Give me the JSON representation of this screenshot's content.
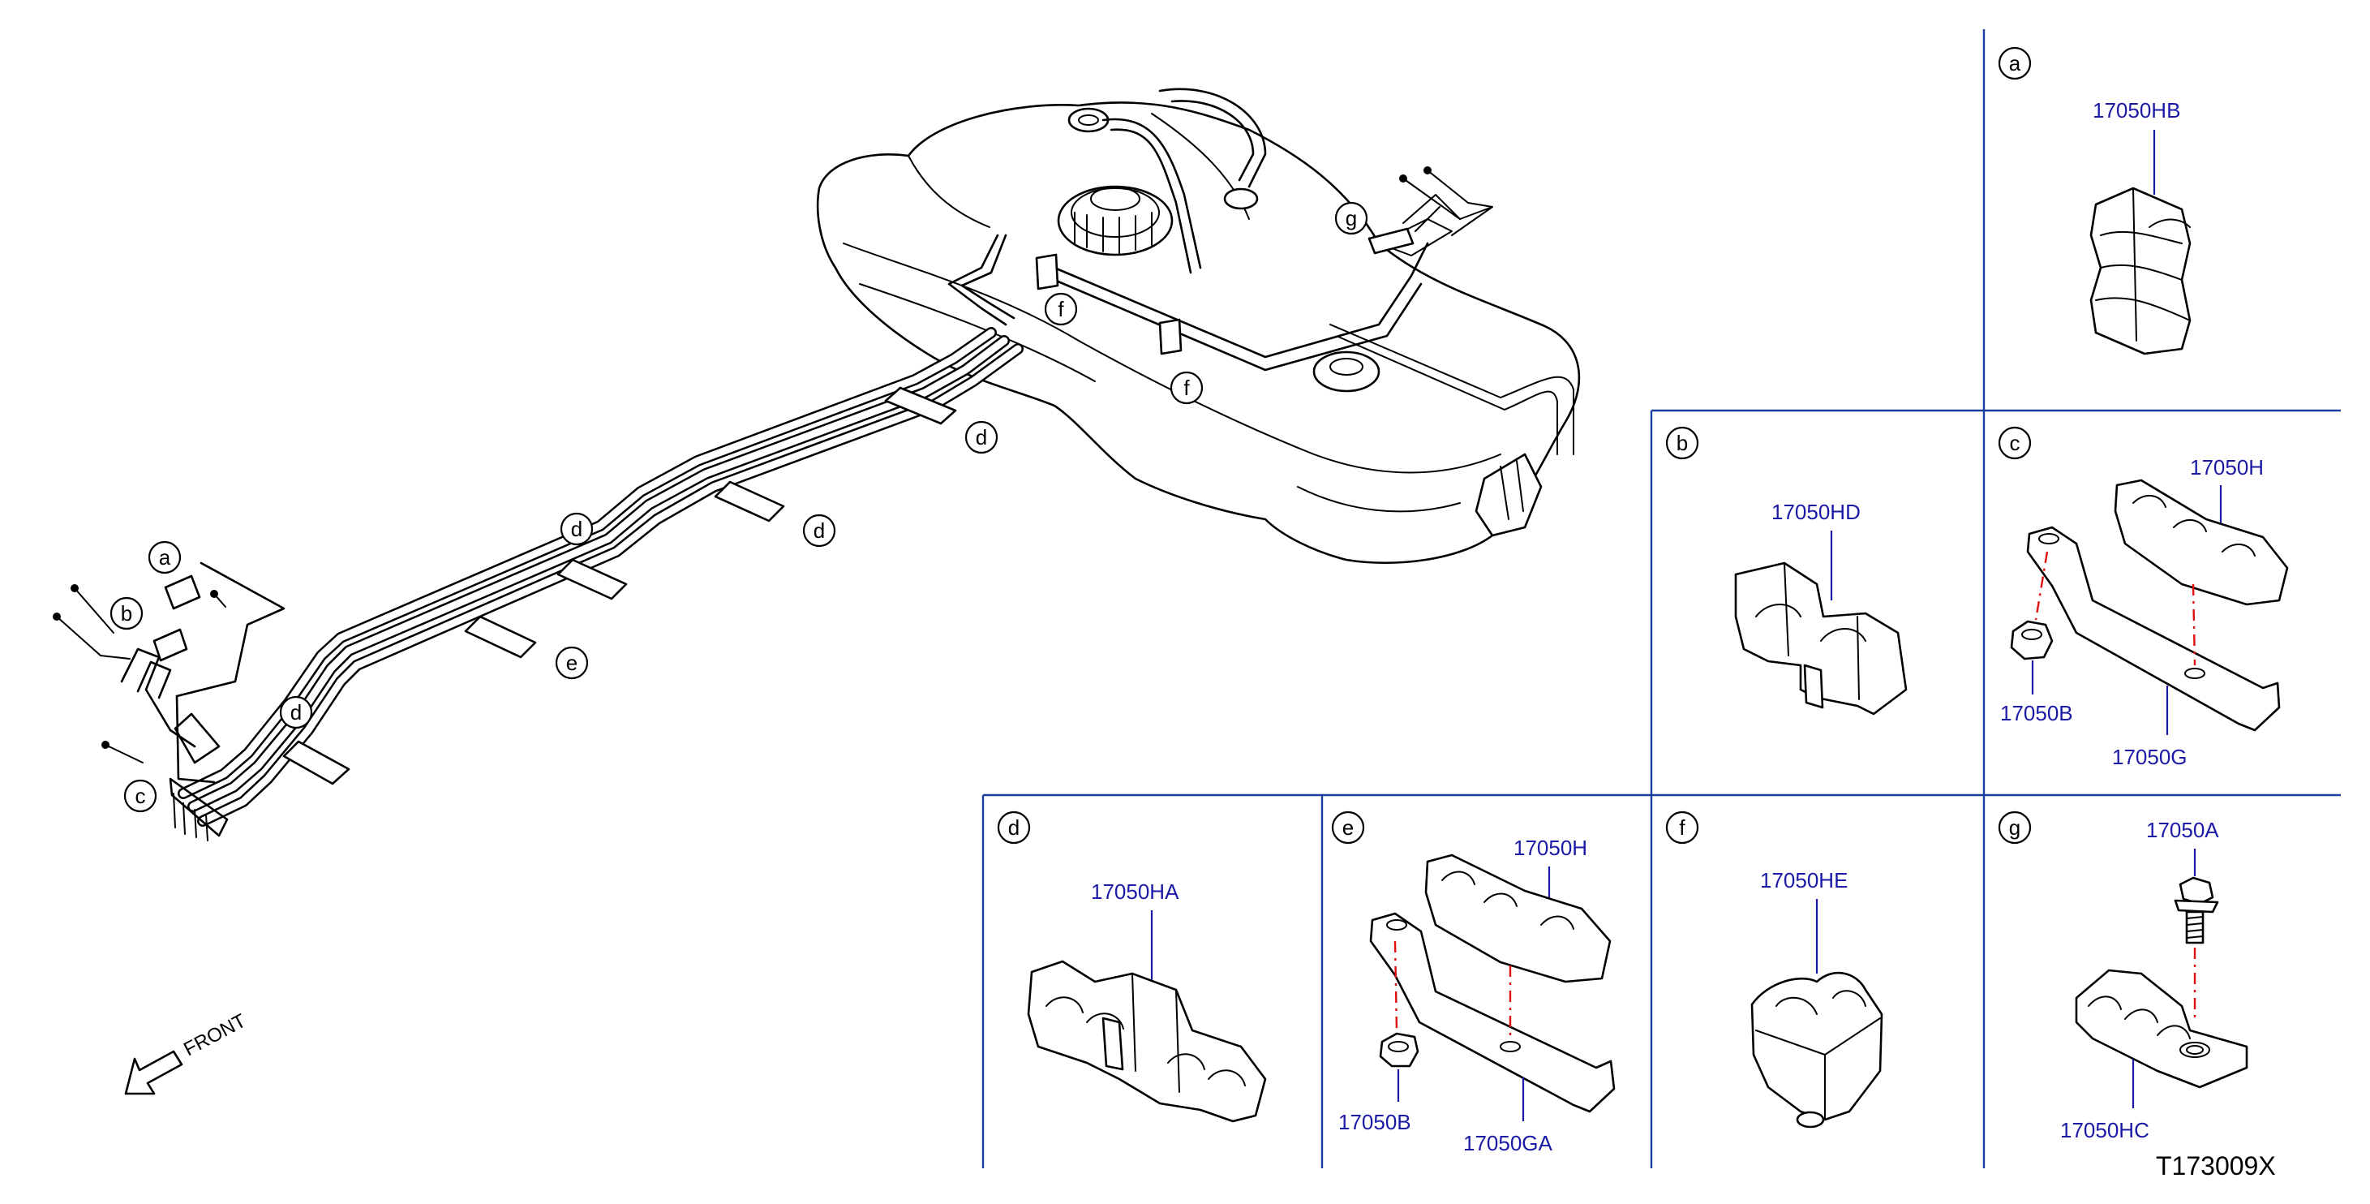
{
  "callouts": {
    "a": "a",
    "b": "b",
    "c": "c",
    "d": "d",
    "e": "e",
    "f": "f",
    "g": "g"
  },
  "parts": {
    "17050HB": "17050HB",
    "17050HD": "17050HD",
    "17050H": "17050H",
    "17050B": "17050B",
    "17050G": "17050G",
    "17050HA": "17050HA",
    "17050GA": "17050GA",
    "17050HE": "17050HE",
    "17050A": "17050A",
    "17050HC": "17050HC"
  },
  "front_label": "FRONT",
  "diagram_id": "T173009X",
  "colors": {
    "part_number": "#1a1aa6",
    "panel_border": "#1a3fa0",
    "center_line": "#e01010",
    "line_art": "#000000"
  }
}
